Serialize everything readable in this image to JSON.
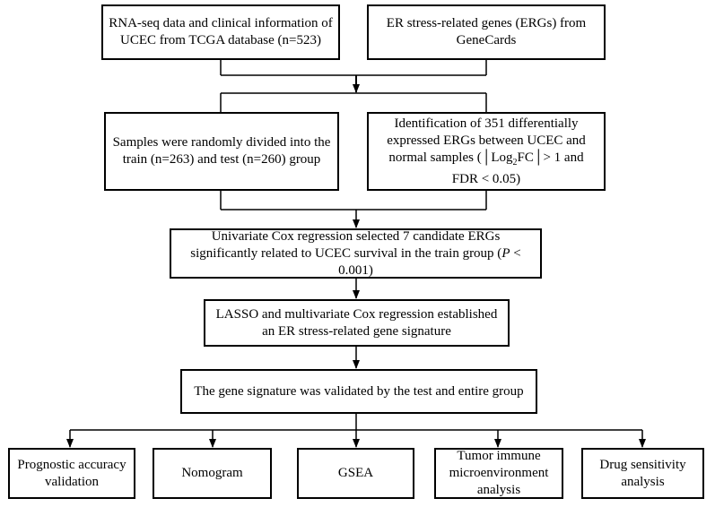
{
  "boxes": {
    "rnaseq": "RNA-seq data and clinical information of UCEC from TCGA database (n=523)",
    "ergs": "ER stress-related genes (ERGs) from GeneCards",
    "split": "Samples were randomly divided into the train (n=263) and test (n=260) group",
    "degs": {
      "pre": "Identification of 351 differentially expressed ERGs between UCEC and normal samples (│Log",
      "sub": "2",
      "post": "FC│> 1 and FDR < 0.05)"
    },
    "univariate": {
      "pre": "Univariate Cox regression selected 7 candidate  ERGs significantly related to UCEC survival in the train group (",
      "italic": "P",
      "post": " < 0.001)"
    },
    "lasso": "LASSO and multivariate Cox regression established an ER stress-related gene signature",
    "validated": "The gene signature was validated by the test and entire group",
    "prognostic": "Prognostic accuracy validation",
    "nomogram": "Nomogram",
    "gsea": "GSEA",
    "tumor": "Tumor immune microenvironment analysis",
    "drug": "Drug sensitivity analysis"
  }
}
